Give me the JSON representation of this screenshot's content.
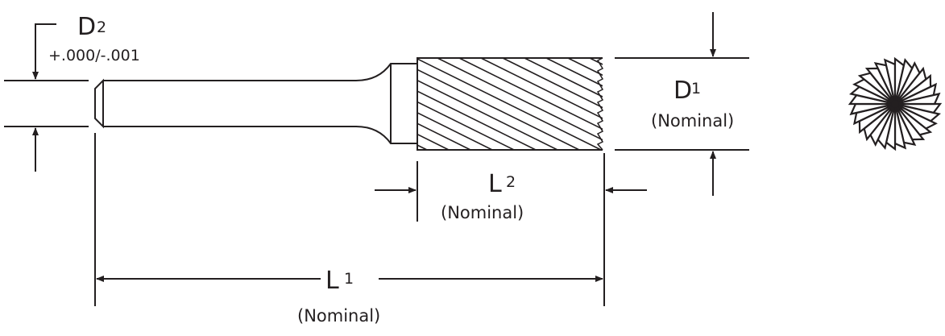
{
  "d2": {
    "symbol": "D",
    "subscript": "2",
    "tolerance": "+.000/-.001"
  },
  "d1": {
    "symbol": "D",
    "subscript": "1",
    "note": "(Nominal)"
  },
  "l2": {
    "symbol": "L",
    "subscript": "2",
    "note": "(Nominal)"
  },
  "l1": {
    "symbol": "L",
    "subscript": "1",
    "note": "(Nominal)"
  },
  "colors": {
    "line": "#231f20"
  },
  "end_view": {
    "teeth": 28
  }
}
